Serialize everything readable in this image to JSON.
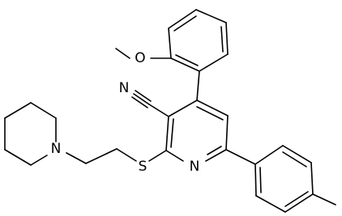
{
  "molecule": {
    "atom_labels": {
      "methoxy_o": "O",
      "nitrile_n": "N",
      "sulfur": "S",
      "pyridine_n": "N",
      "piperidine_n": "N"
    }
  }
}
